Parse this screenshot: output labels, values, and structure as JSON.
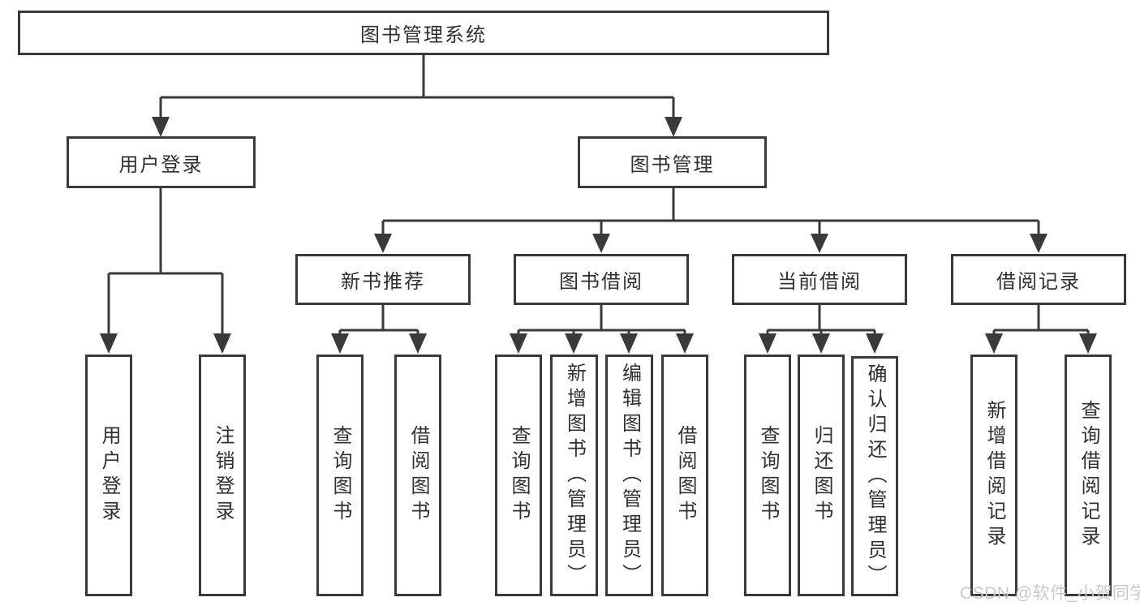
{
  "diagram_title": "图书管理系统",
  "tree": {
    "root": {
      "label": "图书管理系统",
      "children": [
        {
          "label": "用户登录",
          "children": [
            {
              "label": "用户登录"
            },
            {
              "label": "注销登录"
            }
          ]
        },
        {
          "label": "图书管理",
          "children": [
            {
              "label": "新书推荐",
              "children": [
                {
                  "label": "查询图书"
                },
                {
                  "label": "借阅图书"
                }
              ]
            },
            {
              "label": "图书借阅",
              "children": [
                {
                  "label": "查询图书"
                },
                {
                  "label": "新增图书（管理员）"
                },
                {
                  "label": "编辑图书（管理员）"
                },
                {
                  "label": "借阅图书"
                }
              ]
            },
            {
              "label": "当前借阅",
              "children": [
                {
                  "label": "查询图书"
                },
                {
                  "label": "归还图书"
                },
                {
                  "label": "确认归还（管理员）"
                }
              ]
            },
            {
              "label": "借阅记录",
              "children": [
                {
                  "label": "新增借阅记录"
                },
                {
                  "label": "查询借阅记录"
                }
              ]
            }
          ]
        }
      ]
    }
  },
  "watermark": {
    "text": "CSDN @软件_小贺同学"
  },
  "colors": {
    "line": "#3a3a3a",
    "box_border": "#3a3a3a",
    "text": "#303030",
    "watermark": "#c9c9c9",
    "background": "#ffffff"
  }
}
